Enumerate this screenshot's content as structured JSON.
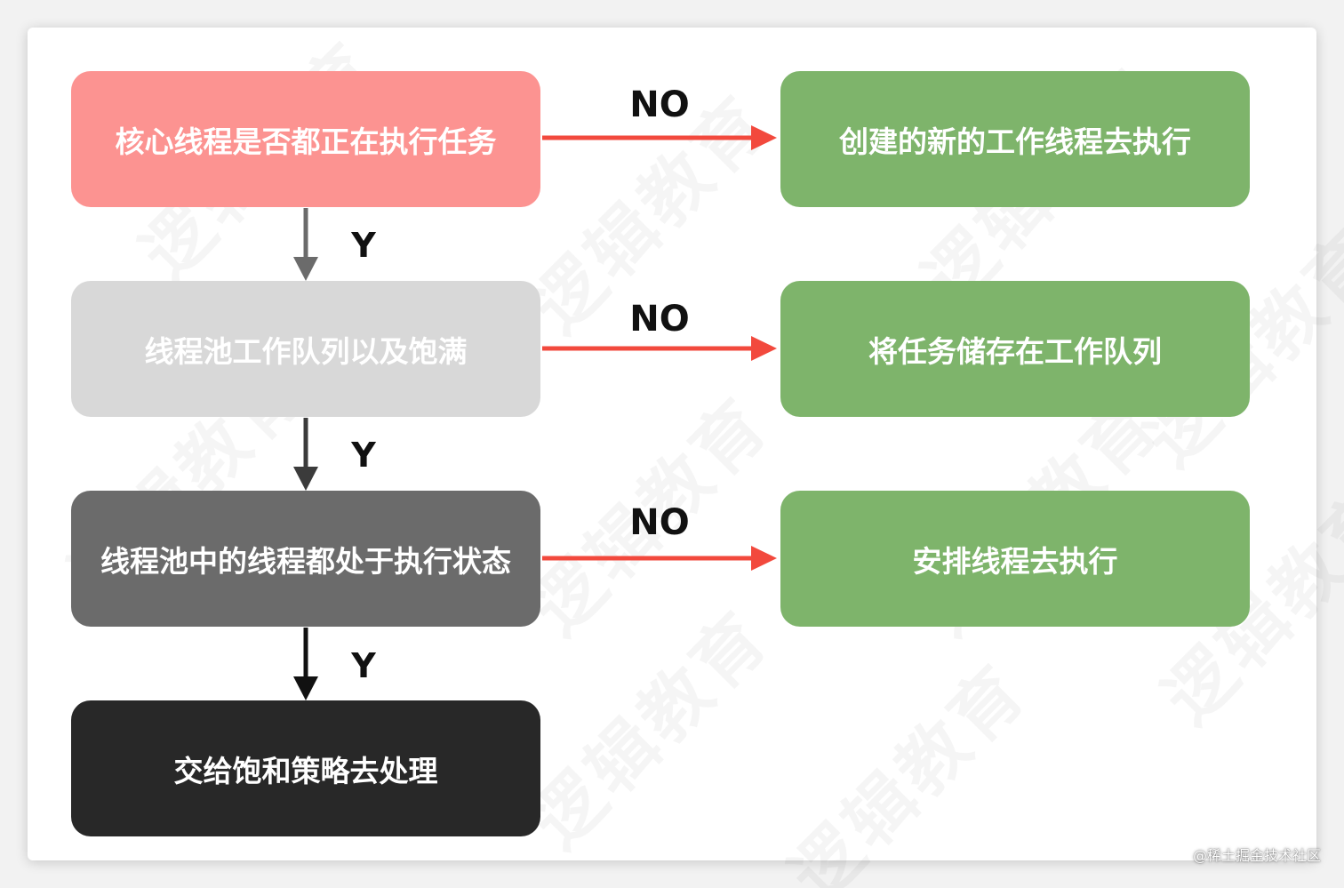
{
  "colors": {
    "red_box": "#fc9391",
    "light_gray_box": "#d8d8d8",
    "mid_gray_box": "#6b6b6b",
    "black_box": "#282828",
    "green_box": "#7eb46b",
    "red_arrow": "#f2493d",
    "gray_arrow_1": "#6b6b6b",
    "gray_arrow_2": "#3b3b3b",
    "gray_arrow_3": "#111111"
  },
  "nodes": {
    "core_threads_busy": "核心线程是否都正在执行任务",
    "queue_full": "线程池工作队列以及饱满",
    "pool_threads_busy": "线程池中的线程都处于执行状态",
    "saturation_policy": "交给饱和策略去处理",
    "create_worker": "创建的新的工作线程去执行",
    "store_in_queue": "将任务储存在工作队列",
    "schedule_thread": "安排线程去执行"
  },
  "edges": {
    "no_1": "NO",
    "no_2": "NO",
    "no_3": "NO",
    "yes_1": "Y",
    "yes_2": "Y",
    "yes_3": "Y"
  },
  "watermark": {
    "text": "逻辑教育"
  },
  "credit": "@稀土掘金技术社区"
}
